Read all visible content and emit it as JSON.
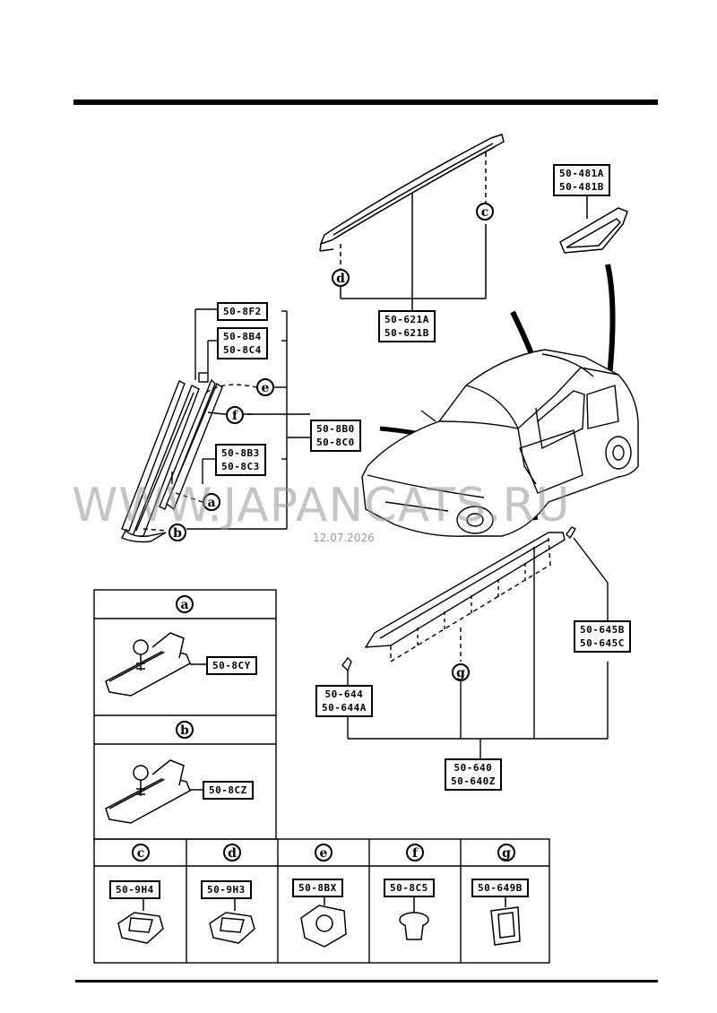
{
  "watermark": {
    "text": "WWW.JAPANCATS.RU",
    "date": "12.07.2026"
  },
  "parts": {
    "p_50_481": [
      "50-481A",
      "50-481B"
    ],
    "p_50_621": [
      "50-621A",
      "50-621B"
    ],
    "p_50_8F2": [
      "50-8F2"
    ],
    "p_50_8B4": [
      "50-8B4",
      "50-8C4"
    ],
    "p_50_8B0": [
      "50-8B0",
      "50-8C0"
    ],
    "p_50_8B3": [
      "50-8B3",
      "50-8C3"
    ],
    "p_50_645": [
      "50-645B",
      "50-645C"
    ],
    "p_50_644": [
      "50-644",
      "50-644A"
    ],
    "p_50_640": [
      "50-640",
      "50-640Z"
    ],
    "p_50_8CY": [
      "50-8CY"
    ],
    "p_50_8CZ": [
      "50-8CZ"
    ],
    "p_50_9H4": [
      "50-9H4"
    ],
    "p_50_9H3": [
      "50-9H3"
    ],
    "p_50_8BX": [
      "50-8BX"
    ],
    "p_50_8C5": [
      "50-8C5"
    ],
    "p_50_649B": [
      "50-649B"
    ]
  },
  "callouts": {
    "a": "a",
    "b": "b",
    "c": "c",
    "d": "d",
    "e": "e",
    "f": "f",
    "g": "g"
  }
}
